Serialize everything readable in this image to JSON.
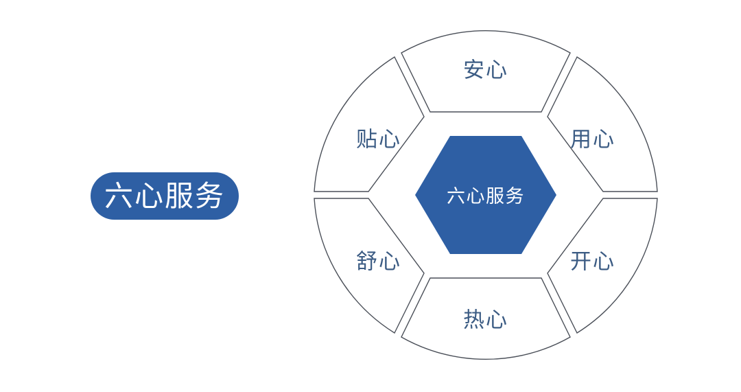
{
  "page": {
    "background_color": "#ffffff",
    "title": "六心服务"
  },
  "badge": {
    "label": "六心服务",
    "background_color": "#2E5FA4",
    "text_color": "#ffffff"
  },
  "diagram": {
    "type": "hexagon-wheel",
    "center": {
      "label": "六心服务",
      "fill_color": "#2E5FA4",
      "text_color": "#ffffff"
    },
    "outline_color": "#4a4f58",
    "segment_fill": "#ffffff",
    "segment_text_color": "#3C5C84",
    "segments": [
      {
        "id": "top",
        "label": "安心",
        "position": "top"
      },
      {
        "id": "upper-right",
        "label": "用心",
        "position": "upper-right"
      },
      {
        "id": "lower-right",
        "label": "开心",
        "position": "lower-right"
      },
      {
        "id": "bottom",
        "label": "热心",
        "position": "bottom"
      },
      {
        "id": "lower-left",
        "label": "舒心",
        "position": "lower-left"
      },
      {
        "id": "upper-left",
        "label": "贴心",
        "position": "upper-left"
      }
    ]
  }
}
